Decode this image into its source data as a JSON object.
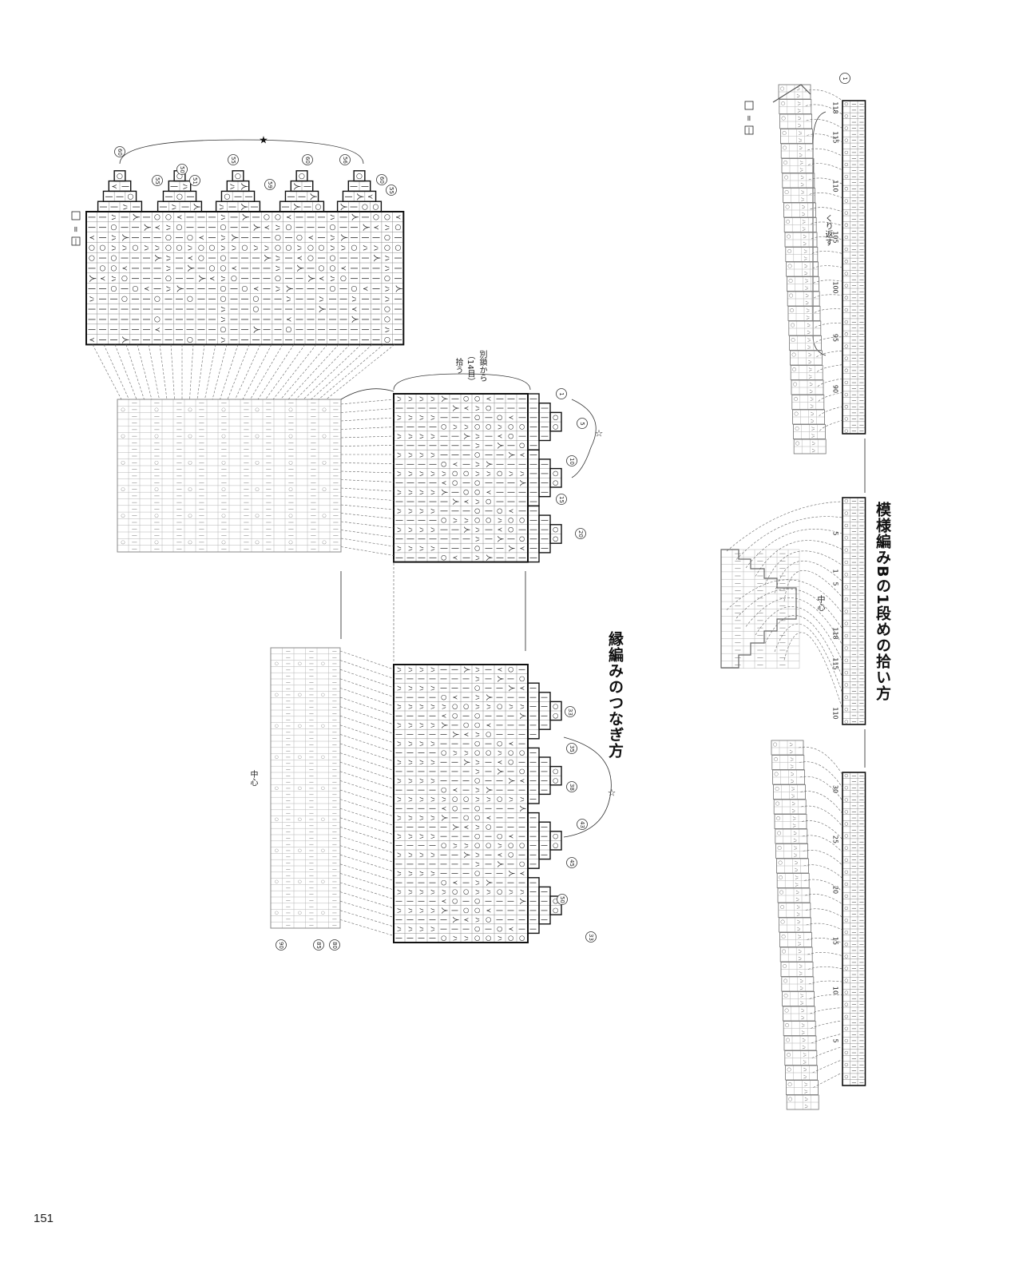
{
  "page": {
    "number": "151"
  },
  "titles": {
    "pickup": "模様編みBの1段めの拾い方",
    "join": "縁編みのつなぎ方"
  },
  "labels": {
    "center": "中心",
    "repeat": "くり返す",
    "pickup_from_waste_line1": "別鎖から",
    "pickup_from_waste_line2": "（14目）",
    "pickup_from_waste_line3": "拾う",
    "legend_equals": "= ",
    "legend_symbol": "|",
    "star_black": "★",
    "star_white": "☆"
  },
  "symbols": {
    "knit": "|",
    "yarn_over": "○",
    "k2tog_right": "ㇵ",
    "k2tog_left": "人",
    "dec": "⋎"
  },
  "row_numbers": {
    "top_right_band": [
      "118",
      "115",
      "110",
      "105",
      "100",
      "95",
      "90"
    ],
    "middle_right_band_a": [
      "5",
      "1",
      "5"
    ],
    "middle_right_band_b": [
      "118",
      "115",
      "110"
    ],
    "bottom_right_band": [
      "30",
      "25",
      "20",
      "15",
      "10",
      "5"
    ],
    "circled_marker_top": "1",
    "top_left_circled": [
      "60",
      "55",
      "50",
      "51",
      "55",
      "59",
      "60",
      "56"
    ],
    "mid_upper_circled": [
      "1",
      "5",
      "10",
      "15",
      "20"
    ],
    "mid_lower_circled": [
      "33",
      "35",
      "38",
      "43",
      "45",
      "50"
    ],
    "bottom_center_circled": [
      "90",
      "85",
      "80"
    ]
  },
  "colors": {
    "bold_line": "#111111",
    "grid_light": "#8a8a8a",
    "grid_gray": "#b5b5b5",
    "dashed": "#666666"
  }
}
